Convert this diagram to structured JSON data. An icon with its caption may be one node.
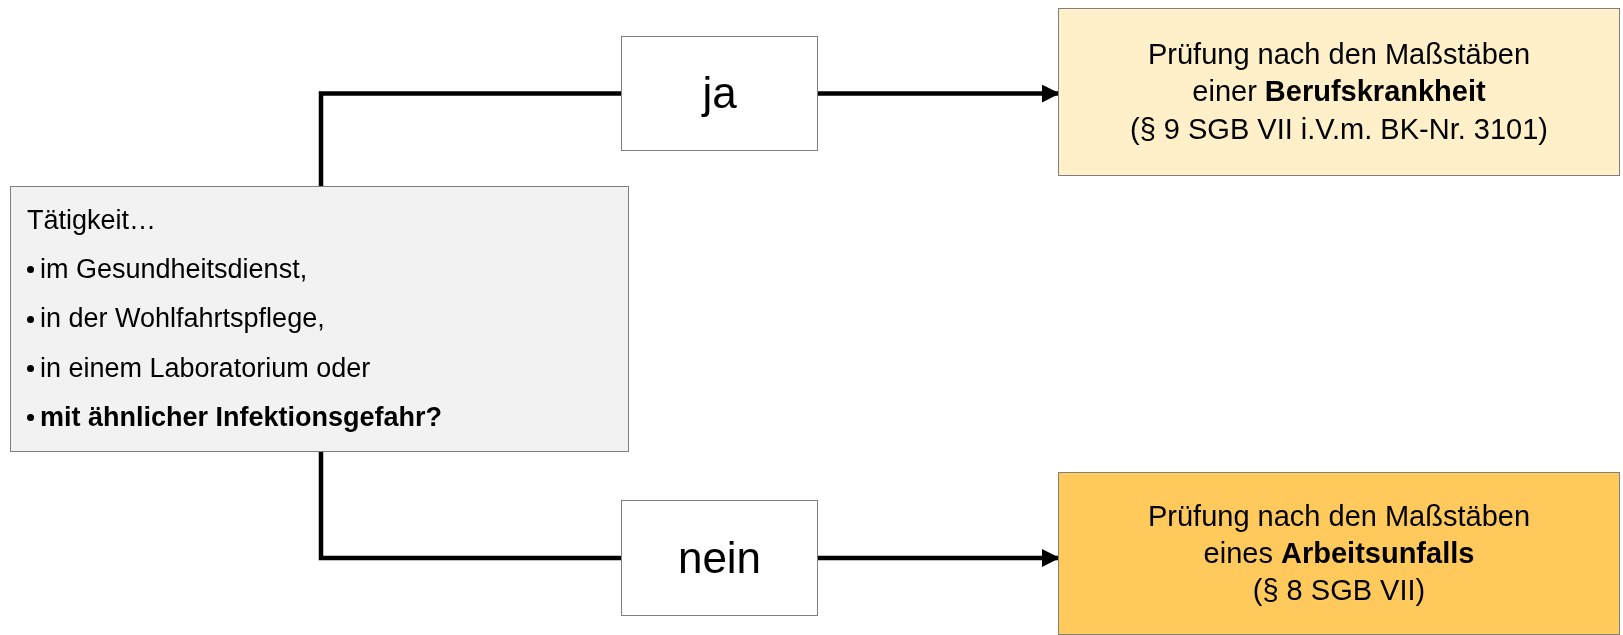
{
  "diagram": {
    "nodes": [
      {
        "text": [
          "Tätigkeit…",
          "im Gesundheitsdienst,",
          "in der Wohlfahrtspflege,",
          "in einem Laboratorium oder",
          "mit ähnlicher Infektionsgefahr?"
        ]
      },
      {
        "text": [
          "ja"
        ]
      },
      {
        "text": [
          "nein"
        ]
      },
      {
        "text": [
          "Prüfung nach den Maßstäben",
          "einer **Berufskrankheit**",
          "(§ 9 SGB VII i.V.m. BK-Nr. 3101)"
        ]
      },
      {
        "text": [
          "Prüfung nach den Maßstäben",
          "eines **Arbeitsunfalls**",
          "(§ 8 SGB VII)"
        ]
      }
    ],
    "edges": [
      {
        "from": 0,
        "to": 1,
        "arrow": "none"
      },
      {
        "from": 1,
        "to": 3,
        "arrow": "to"
      },
      {
        "from": 0,
        "to": 2,
        "arrow": "none"
      },
      {
        "from": 2,
        "to": 4,
        "arrow": "to"
      }
    ]
  }
}
